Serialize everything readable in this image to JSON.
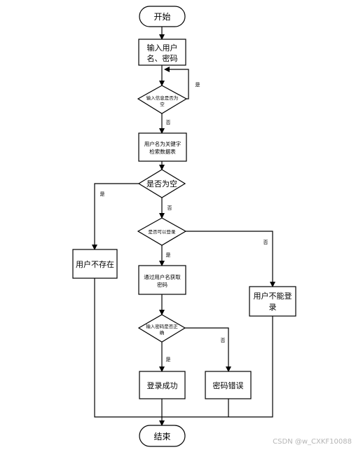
{
  "nodes": {
    "start": "开始",
    "input_line1": "输入用户",
    "input_line2": "名、密码",
    "check_empty_line1": "输入信息是否为",
    "check_empty_line2": "空",
    "search_line1": "用户名为关键字",
    "search_line2": "检索数据表",
    "is_empty": "是否为空",
    "can_login": "是否可以登录",
    "get_pwd_line1": "通过用户名获取",
    "get_pwd_line2": "密码",
    "pwd_check_line1": "输入密码是否正",
    "pwd_check_line2": "确",
    "user_not_exist": "用户不存在",
    "cannot_login_line1": "用户不能登",
    "cannot_login_line2": "录",
    "login_success": "登录成功",
    "pwd_error": "密码错误",
    "end": "结束"
  },
  "edge_labels": {
    "yes_loop": "是",
    "no_1": "否",
    "yes_left": "是",
    "no_2": "否",
    "no_right": "否",
    "yes_2": "是",
    "no_pwd": "否",
    "yes_pwd": "是"
  },
  "watermark": "CSDN @w_CXKF10088"
}
